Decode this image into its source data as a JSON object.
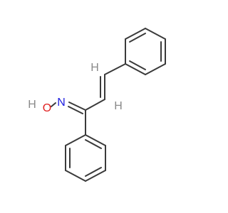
{
  "molecule": {
    "labels": {
      "oxygen": "O",
      "hydrogen": "H",
      "nitrogen": "N",
      "alkene_h1": "H",
      "alkene_h2": "H"
    },
    "colors": {
      "bond": "#3a3a3a",
      "oxygen": "#e02020",
      "nitrogen": "#2020e0",
      "hydrogen": "#8a8a8a"
    }
  }
}
